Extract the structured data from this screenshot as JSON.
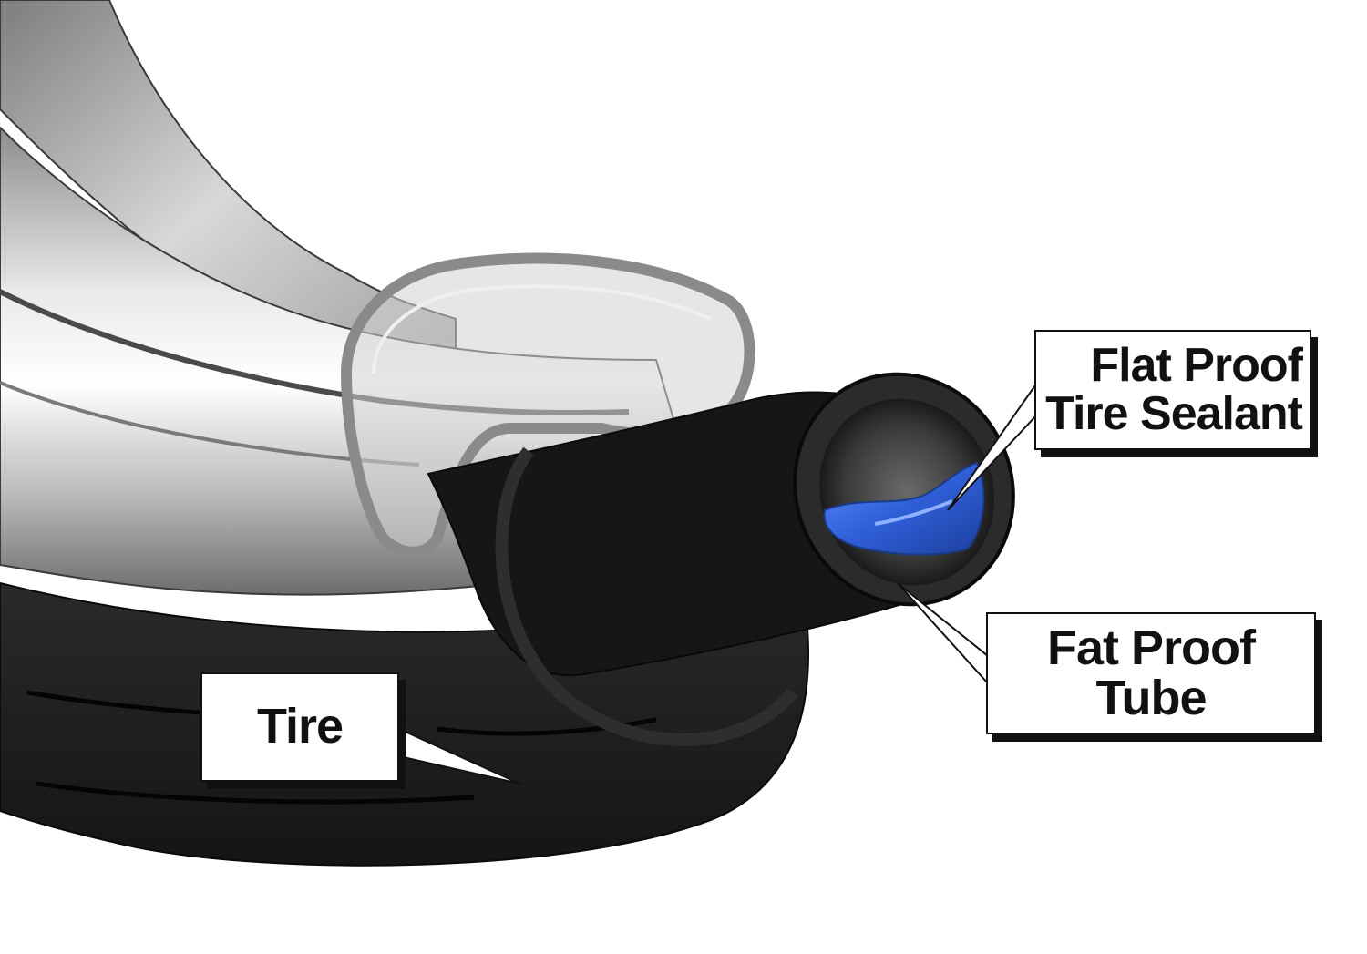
{
  "labels": {
    "sealant": [
      "Flat Proof",
      "Tire Sealant"
    ],
    "tube": [
      "Fat Proof",
      "Tube"
    ],
    "tire": [
      "Tire"
    ]
  },
  "colors": {
    "rim_light": "#f2f2f2",
    "rim_mid": "#a9a9a9",
    "rim_dark": "#555555",
    "tire": "#1e1e1e",
    "tube": "#141414",
    "sealant": "#2f5fd8",
    "outline": "#111111"
  }
}
